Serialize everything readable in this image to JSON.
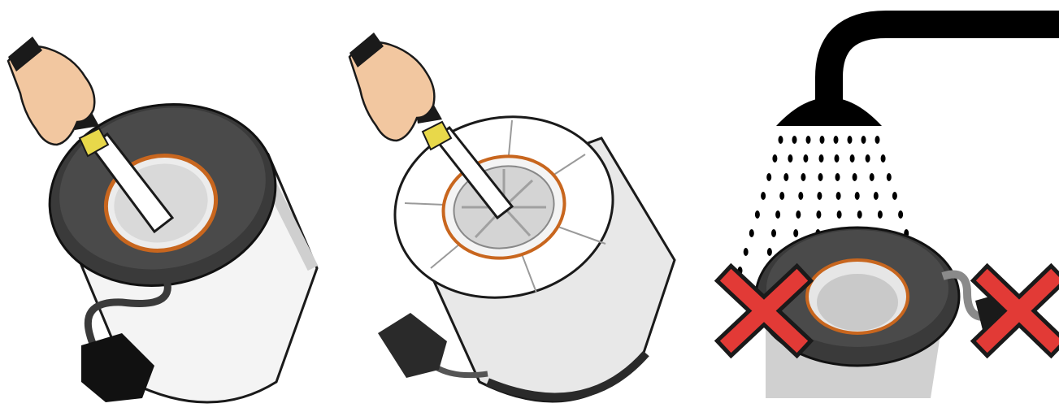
{
  "panels": [
    {
      "id": "step-1",
      "subject": "filter-cartridge-with-seal",
      "tool": "brush"
    },
    {
      "id": "step-2",
      "subject": "filter-element-inner-grid",
      "tool": "brush"
    },
    {
      "id": "step-3",
      "subject": "do-not-rinse-under-water",
      "warning": "x-mark"
    }
  ],
  "colors": {
    "outline": "#1a1a1a",
    "cap_dark": "#3a3a3a",
    "seal_orange": "#c8661e",
    "skin": "#f2c7a0",
    "brush_yellow": "#e8d84a",
    "warning_red": "#e23a36",
    "shower_black": "#000000"
  }
}
